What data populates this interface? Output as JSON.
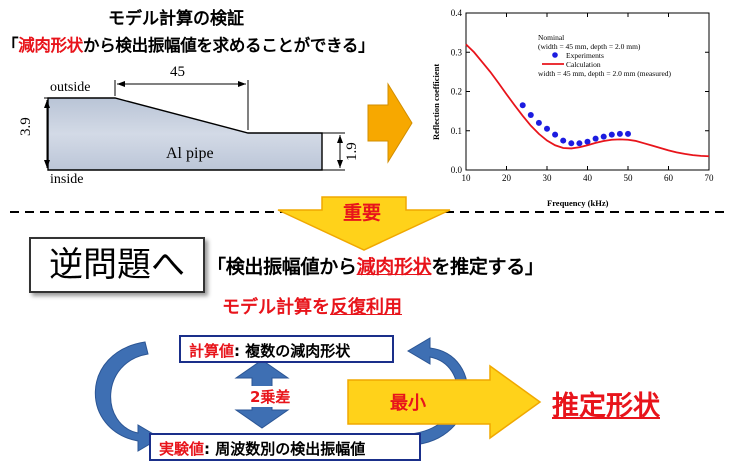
{
  "top_left": {
    "title": "モデル計算の検証",
    "subtitle_open": "「",
    "subtitle_red": "減肉形状",
    "subtitle_rest": "から検出振幅値を求めることができる」",
    "label_outside": "outside",
    "label_inside": "inside",
    "label_45": "45",
    "label_39": "3.9",
    "label_19": "1.9",
    "label_pipe": "Al pipe"
  },
  "chart": {
    "legend_line1": "Nominal",
    "legend_line2": "(width = 45 mm, depth = 2.0 mm)",
    "legend_experiments": "Experiments",
    "legend_calculation": "Calculation",
    "legend_line5": "width = 45 mm, depth = 2.0 mm (measured)"
  },
  "chart_data": {
    "type": "line",
    "xlabel": "Frequency (kHz)",
    "ylabel": "Reflection coefficient",
    "xlim": [
      10,
      70
    ],
    "ylim": [
      0.0,
      0.4
    ],
    "xticks": [
      "10",
      "20",
      "30",
      "40",
      "50",
      "60",
      "70"
    ],
    "yticks": [
      "0.0",
      "0.1",
      "0.2",
      "0.3",
      "0.4"
    ],
    "series": [
      {
        "name": "Experiments",
        "kind": "scatter",
        "color": "#1c1ce0",
        "x": [
          24,
          26,
          28,
          30,
          32,
          34,
          36,
          38,
          40,
          42,
          44,
          46,
          48,
          50
        ],
        "y": [
          0.165,
          0.14,
          0.12,
          0.105,
          0.09,
          0.075,
          0.068,
          0.068,
          0.072,
          0.08,
          0.085,
          0.09,
          0.092,
          0.092
        ]
      },
      {
        "name": "Calculation",
        "kind": "line",
        "color": "#e8141b",
        "x": [
          10,
          12,
          14,
          16,
          18,
          20,
          22,
          24,
          26,
          28,
          30,
          32,
          34,
          36,
          38,
          40,
          42,
          44,
          46,
          48,
          50,
          52,
          54,
          56,
          58,
          60,
          62,
          64,
          66,
          68,
          70
        ],
        "y": [
          0.32,
          0.3,
          0.275,
          0.25,
          0.222,
          0.193,
          0.165,
          0.138,
          0.113,
          0.092,
          0.075,
          0.063,
          0.056,
          0.055,
          0.058,
          0.063,
          0.069,
          0.074,
          0.077,
          0.078,
          0.077,
          0.074,
          0.068,
          0.062,
          0.056,
          0.05,
          0.045,
          0.041,
          0.038,
          0.036,
          0.035
        ]
      }
    ]
  },
  "center": {
    "important_label": "重要"
  },
  "middle": {
    "inverse_box": "逆問題へ",
    "quote_open": "「検出振幅値から",
    "quote_red": "減肉形状",
    "quote_close": "を推定する」",
    "model_prefix": "モデル計算を",
    "model_red": "反復利用"
  },
  "bottom": {
    "calc_label": "計算値",
    "calc_rest": ": 複数の減肉形状",
    "exp_label": "実験値",
    "exp_rest": ": 周波数別の検出振幅値",
    "square_diff": "2乗差",
    "min_label": "最小",
    "result": "推定形状"
  },
  "colors": {
    "red": "#e8141b",
    "navy_border": "#1a2f8a",
    "orange_arrow": "#f7a800",
    "yellow_arrow": "#ffd21a",
    "blue_arrow": "#3e6fb3"
  }
}
